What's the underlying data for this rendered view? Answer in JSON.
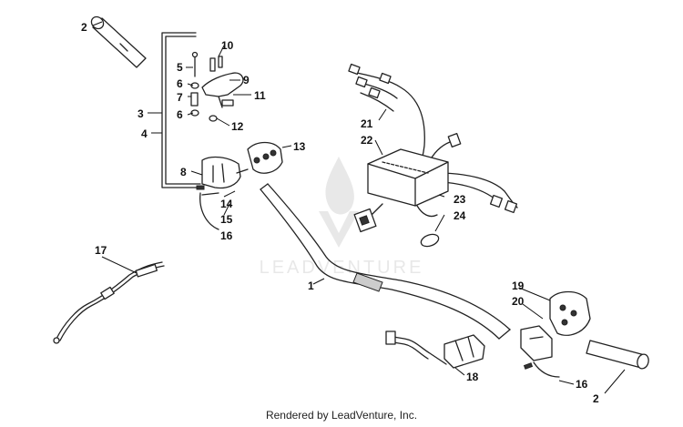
{
  "watermark": {
    "text": "LEADVENTURE"
  },
  "callouts": {
    "c1": "1",
    "c2a": "2",
    "c2b": "2",
    "c3": "3",
    "c4": "4",
    "c5": "5",
    "c6a": "6",
    "c6b": "6",
    "c7": "7",
    "c8": "8",
    "c9": "9",
    "c10": "10",
    "c11": "11",
    "c12": "12",
    "c13": "13",
    "c14": "14",
    "c15": "15",
    "c16a": "16",
    "c16b": "16",
    "c17": "17",
    "c18": "18",
    "c19": "19",
    "c20": "20",
    "c21": "21",
    "c22": "22",
    "c23": "23",
    "c24": "24"
  },
  "footer": {
    "text": "Rendered by LeadVenture, Inc."
  }
}
